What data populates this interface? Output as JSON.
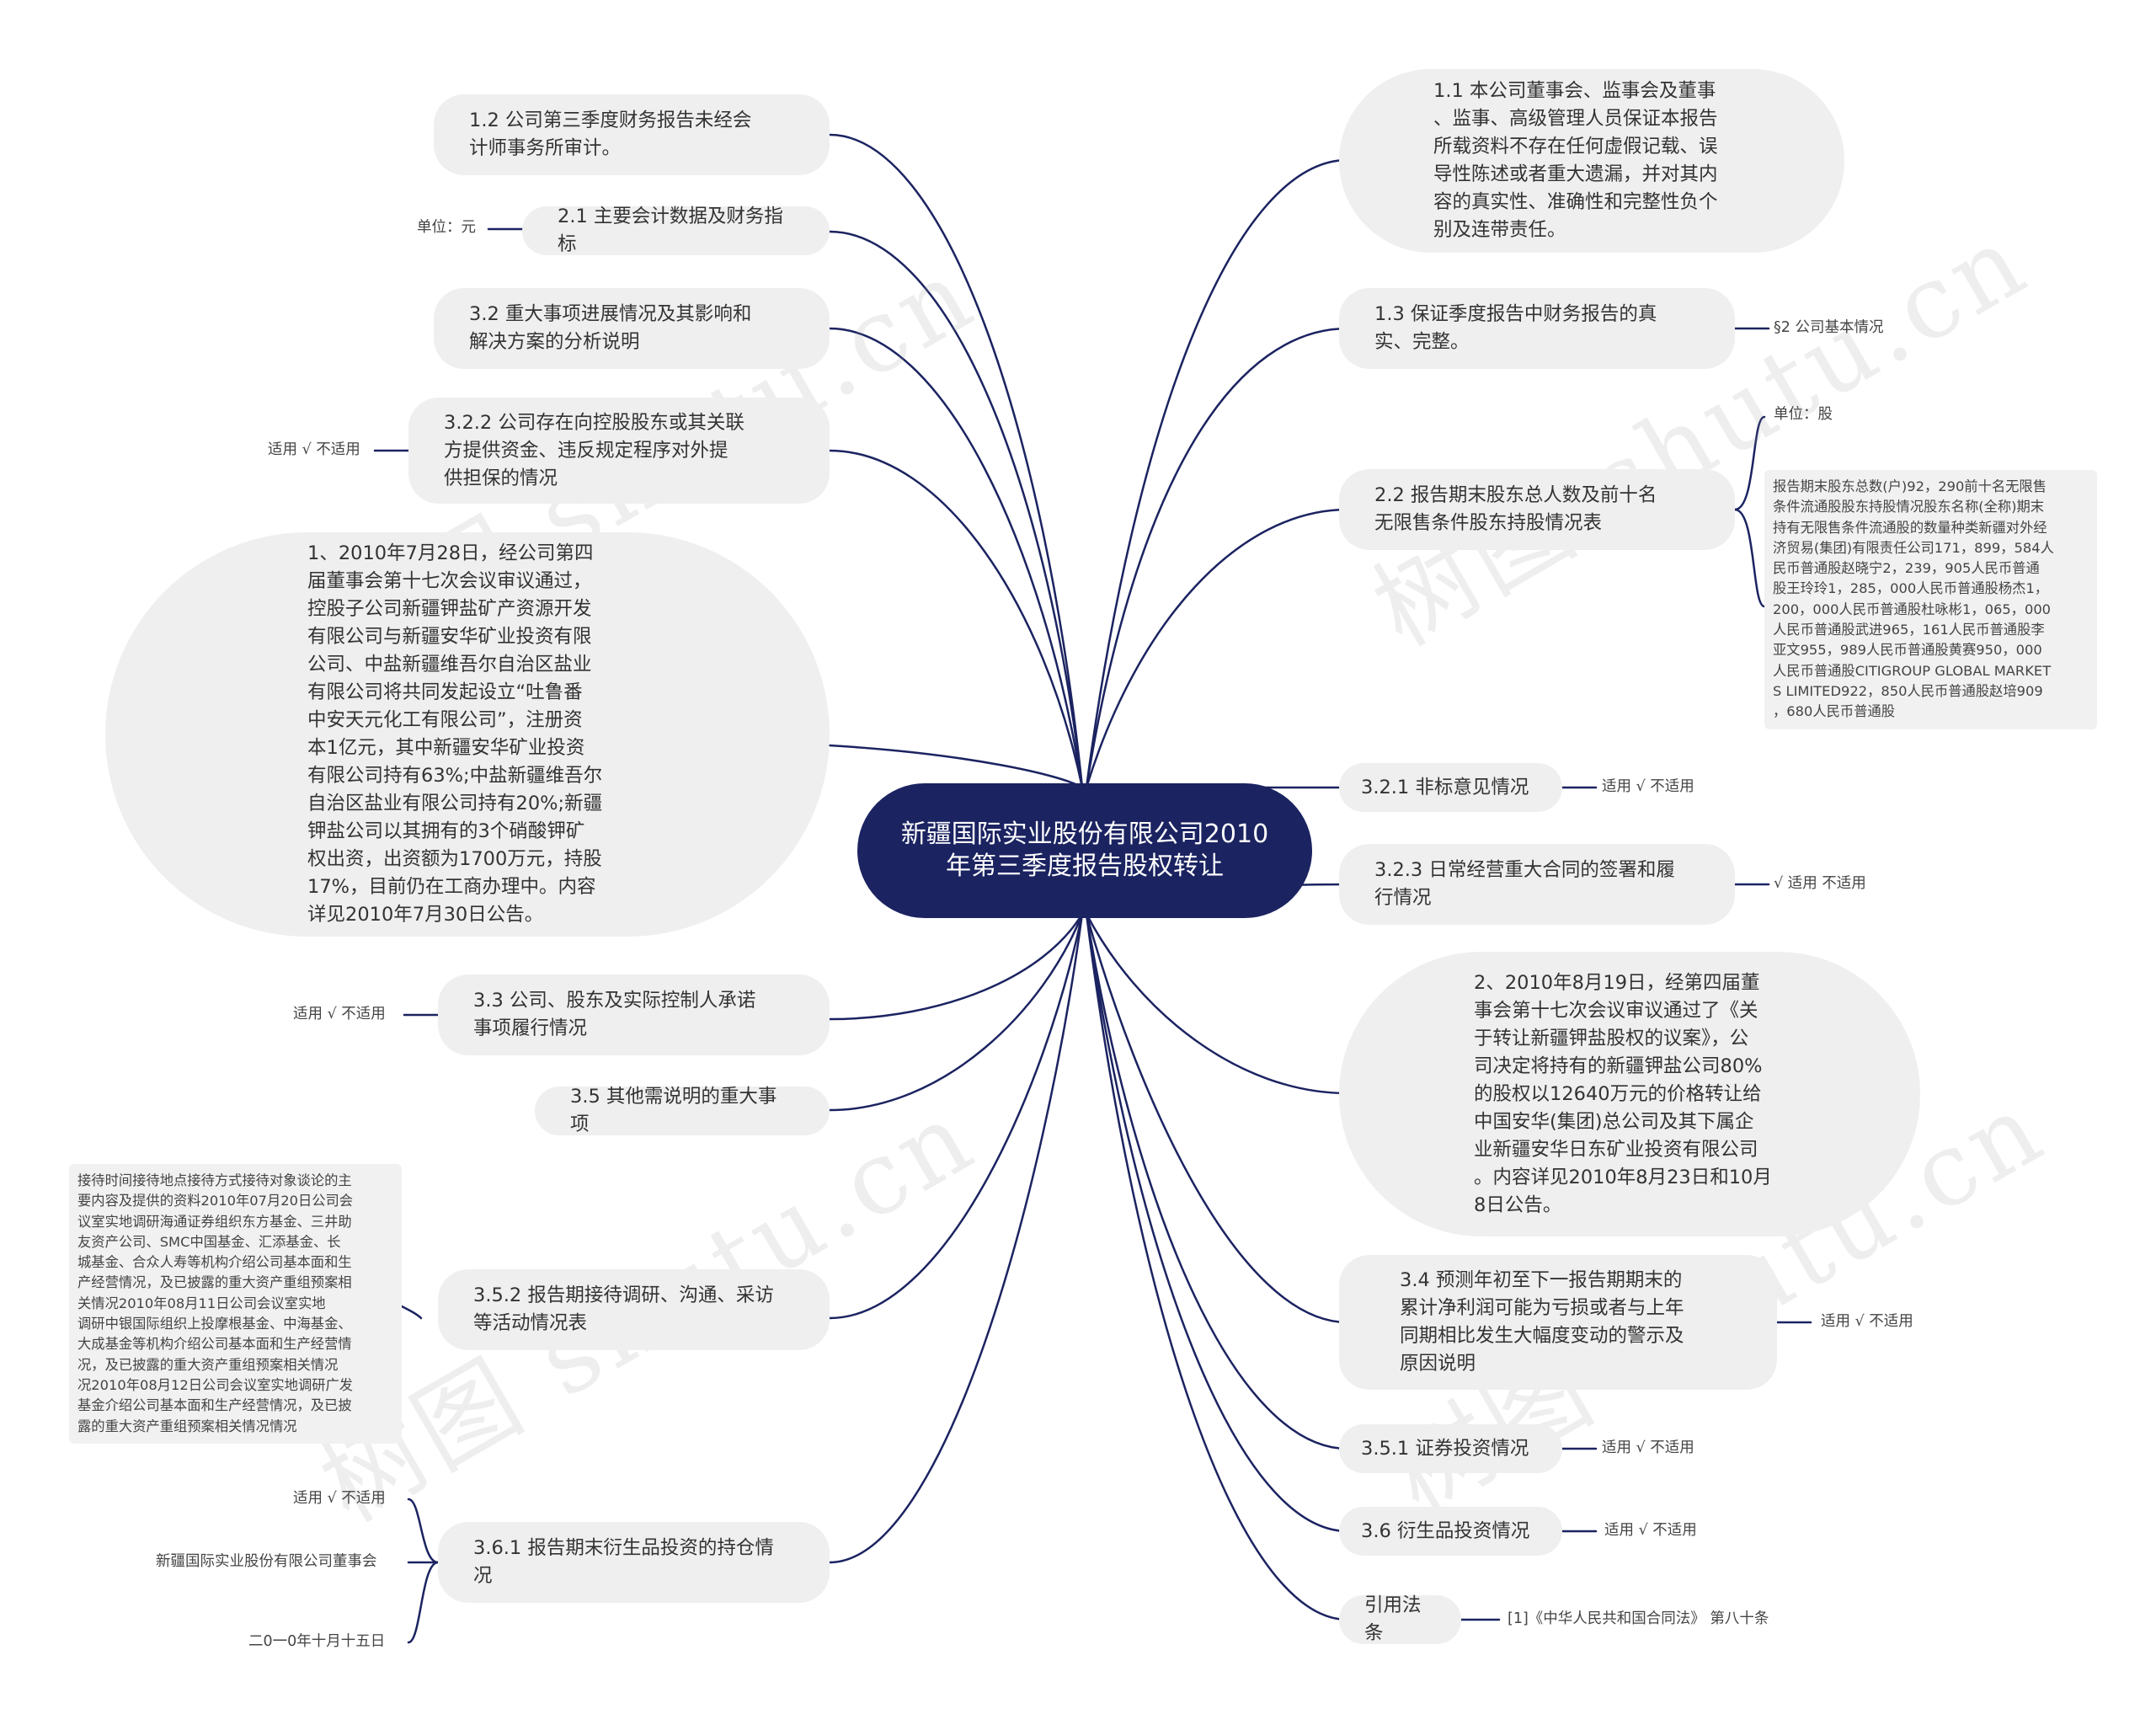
{
  "center": {
    "title": "新疆国际实业股份有限公司2010年第三季度报告股权转让"
  },
  "left_topics": [
    {
      "text": "1.2 公司第三季度财务报告未经会\n计师事务所审计。"
    },
    {
      "text": "2.1 主要会计数据及财务指标"
    },
    {
      "text": "3.2 重大事项进展情况及其影响和\n解决方案的分析说明"
    },
    {
      "text": "3.2.2 公司存在向控股股东或其关联\n方提供资金、违反规定程序对外提\n供担保的情况"
    },
    {
      "text": "1、2010年7月28日，经公司第四\n届董事会第十七次会议审议通过，\n控股子公司新疆钾盐矿产资源开发\n有限公司与新疆安华矿业投资有限\n公司、中盐新疆维吾尔自治区盐业\n有限公司将共同发起设立“吐鲁番\n中安天元化工有限公司”，注册资\n本1亿元，其中新疆安华矿业投资\n有限公司持有63%;中盐新疆维吾尔\n自治区盐业有限公司持有20%;新疆\n钾盐公司以其拥有的3个硝酸钾矿\n权出资，出资额为1700万元，持股\n17%，目前仍在工商办理中。内容\n详见2010年7月30日公告。"
    },
    {
      "text": "3.3 公司、股东及实际控制人承诺\n事项履行情况"
    },
    {
      "text": "3.5 其他需说明的重大事项"
    },
    {
      "text": "3.5.2 报告期接待调研、沟通、采访\n等活动情况表"
    },
    {
      "text": "3.6.1 报告期末衍生品投资的持仓情\n况"
    }
  ],
  "left_leaves": {
    "unit_yuan": "单位：元",
    "applicable_322": "适用 √ 不适用",
    "applicable_33": "适用 √ 不适用",
    "reception": "接待时间接待地点接待方式接待对象谈论的主\n要内容及提供的资料2010年07月20日公司会\n议室实地调研海通证券组织东方基金、三井助\n友资产公司、SMC中国基金、汇添基金、长\n城基金、合众人寿等机构介绍公司基本面和生\n产经营情况，及已披露的重大资产重组预案相\n关情况2010年08月11日公司会议室实地\n调研中银国际组织上投摩根基金、中海基金、\n大成基金等机构介绍公司基本面和生产经营情\n况，及已披露的重大资产重组预案相关情况\n况2010年08月12日公司会议室实地调研广发\n基金介绍公司基本面和生产经营情况，及已披\n露的重大资产重组预案相关情况情况",
    "applicable_361": "适用 √ 不适用",
    "board": "新疆国际实业股份有限公司董事会",
    "date": "二0一0年十月十五日"
  },
  "right_topics": [
    {
      "text": "1.1 本公司董事会、监事会及董事\n、监事、高级管理人员保证本报告\n所载资料不存在任何虚假记载、误\n导性陈述或者重大遗漏，并对其内\n容的真实性、准确性和完整性负个\n别及连带责任。"
    },
    {
      "text": "1.3 保证季度报告中财务报告的真\n实、完整。"
    },
    {
      "text": "2.2 报告期末股东总人数及前十名\n无限售条件股东持股情况表"
    },
    {
      "text": "3.2.1 非标意见情况"
    },
    {
      "text": "3.2.3 日常经营重大合同的签署和履\n行情况"
    },
    {
      "text": "2、2010年8月19日，经第四届董\n事会第十七次会议审议通过了《关\n于转让新疆钾盐股权的议案》，公\n司决定将持有的新疆钾盐公司80%\n的股权以12640万元的价格转让给\n中国安华(集团)总公司及其下属企\n业新疆安华日东矿业投资有限公司\n。内容详见2010年8月23日和10月\n8日公告。"
    },
    {
      "text": "3.4 预测年初至下一报告期期末的\n累计净利润可能为亏损或者与上年\n同期相比发生大幅度变动的警示及\n原因说明"
    },
    {
      "text": "3.5.1 证券投资情况"
    },
    {
      "text": "3.6 衍生品投资情况"
    },
    {
      "text": "引用法条"
    }
  ],
  "right_leaves": {
    "basic_info": "§2 公司基本情况",
    "unit_share": "单位：股",
    "shareholders": "报告期末股东总数(户)92，290前十名无限售\n条件流通股股东持股情况股东名称(全称)期末\n持有无限售条件流通股的数量种类新疆对外经\n济贸易(集团)有限责任公司171，899，584人\n民币普通股赵晓宁2，239，905人民币普通\n股王玲玲1，285，000人民币普通股杨杰1，\n200，000人民币普通股杜咏彬1，065，000\n人民币普通股武进965，161人民币普通股李\n亚文955，989人民币普通股黄赛950，000\n人民币普通股CITIGROUP GLOBAL MARKET\nS LIMITED922，850人民币普通股赵培909\n，680人民币普通股",
    "applicable_321": "适用 √ 不适用",
    "applicable_323": "√ 适用 不适用",
    "applicable_34": "适用 √ 不适用",
    "applicable_351": "适用 √ 不适用",
    "applicable_36": "适用 √ 不适用",
    "law": "[1]《中华人民共和国合同法》 第八十条"
  },
  "watermarks": [
    "树图 shutu.cn",
    "树图 shutu.cn",
    "树图 shutu.cn",
    "树图 shutu.cn"
  ],
  "colors": {
    "center_fill": "#1b2361",
    "connector": "#1b2361",
    "topic_fill": "#efefef",
    "leaf_fill": "#f1f1f1"
  }
}
